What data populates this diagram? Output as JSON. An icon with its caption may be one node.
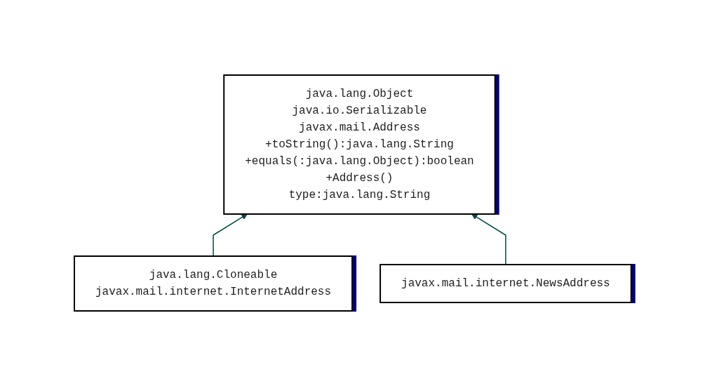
{
  "diagram": {
    "nodes": [
      {
        "text": [
          "java.lang.Object",
          "java.io.Serializable",
          "javax.mail.Address",
          "+toString():java.lang.String",
          "+equals(:java.lang.Object):boolean",
          "+Address()",
          "type:java.lang.String"
        ]
      },
      {
        "text": [
          "java.lang.Cloneable",
          "javax.mail.internet.InternetAddress"
        ]
      },
      {
        "text": [
          "javax.mail.internet.NewsAddress"
        ]
      }
    ],
    "edges": [
      {
        "from": 1,
        "to": 0,
        "arrow": "to"
      },
      {
        "from": 2,
        "to": 0,
        "arrow": "to"
      }
    ]
  }
}
